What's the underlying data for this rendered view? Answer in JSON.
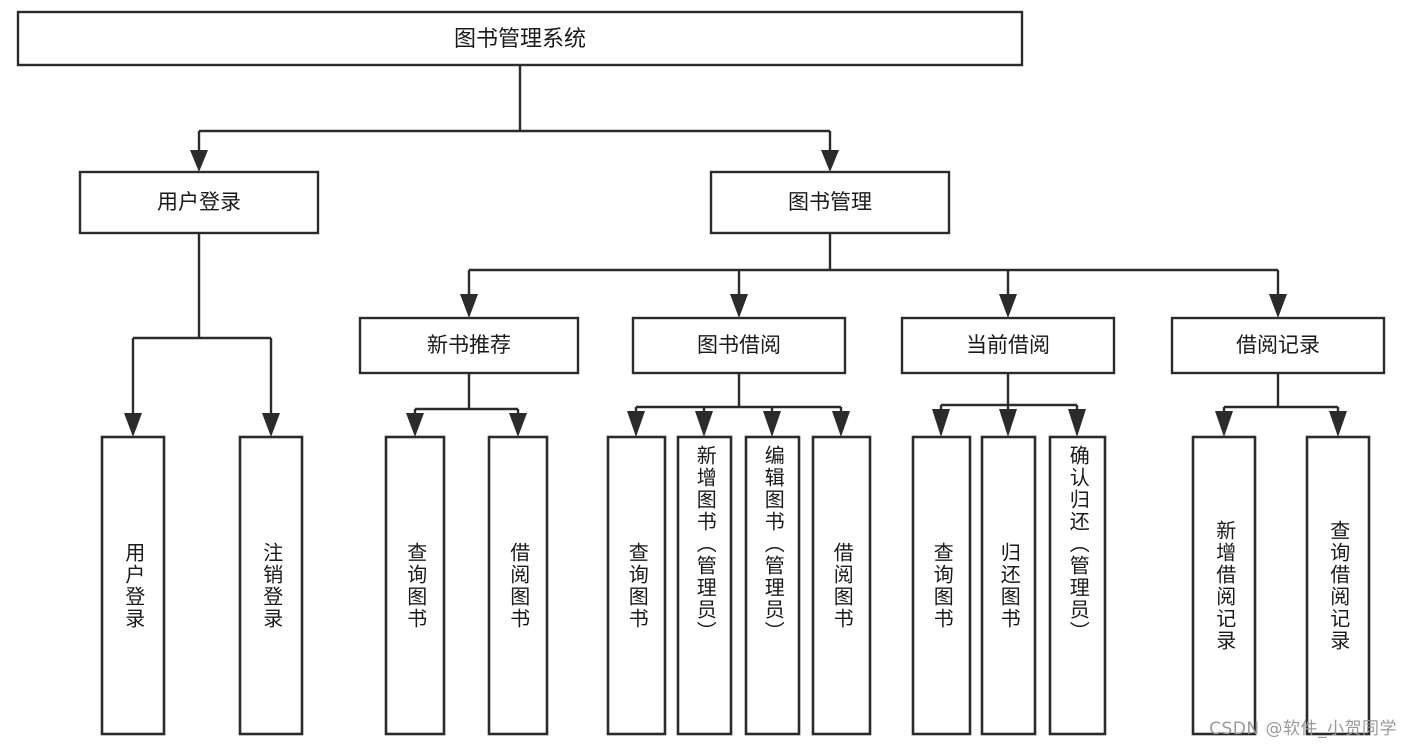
{
  "diagram": {
    "type": "tree-hierarchy",
    "orientation": "top-down",
    "title": "图书管理系统",
    "watermark": "CSDN @软件_小贺同学",
    "style": {
      "box_fill": "#ffffff",
      "box_stroke": "#2b2b2b",
      "text_color": "#1a1a1a",
      "watermark_color": "#9a9a9a",
      "background": "#ffffff",
      "arrow_type": "solid-triangle",
      "line_type": "orthogonal"
    },
    "levels": [
      {
        "level": 0,
        "nodes": [
          {
            "id": "root",
            "label": "图书管理系统",
            "text_orientation": "horizontal"
          }
        ]
      },
      {
        "level": 1,
        "nodes": [
          {
            "id": "login",
            "label": "用户登录",
            "parent": "root",
            "text_orientation": "horizontal"
          },
          {
            "id": "bookmgmt",
            "label": "图书管理",
            "parent": "root",
            "text_orientation": "horizontal"
          }
        ]
      },
      {
        "level": 2,
        "nodes": [
          {
            "id": "newbook",
            "label": "新书推荐",
            "parent": "bookmgmt",
            "text_orientation": "horizontal"
          },
          {
            "id": "borrow",
            "label": "图书借阅",
            "parent": "bookmgmt",
            "text_orientation": "horizontal"
          },
          {
            "id": "current",
            "label": "当前借阅",
            "parent": "bookmgmt",
            "text_orientation": "horizontal"
          },
          {
            "id": "records",
            "label": "借阅记录",
            "parent": "bookmgmt",
            "text_orientation": "horizontal"
          }
        ]
      },
      {
        "level": 3,
        "nodes": [
          {
            "id": "leaf1",
            "label": "用户登录",
            "parent": "login",
            "text_orientation": "vertical"
          },
          {
            "id": "leaf2",
            "label": "注销登录",
            "parent": "login",
            "text_orientation": "vertical"
          },
          {
            "id": "leaf3",
            "label": "查询图书",
            "parent": "newbook",
            "text_orientation": "vertical"
          },
          {
            "id": "leaf4",
            "label": "借阅图书",
            "parent": "newbook",
            "text_orientation": "vertical"
          },
          {
            "id": "leaf5",
            "label": "查询图书",
            "parent": "borrow",
            "text_orientation": "vertical"
          },
          {
            "id": "leaf6",
            "label": "新增图书（管理员）",
            "parent": "borrow",
            "text_orientation": "vertical"
          },
          {
            "id": "leaf7",
            "label": "编辑图书（管理员）",
            "parent": "borrow",
            "text_orientation": "vertical"
          },
          {
            "id": "leaf8",
            "label": "借阅图书",
            "parent": "borrow",
            "text_orientation": "vertical"
          },
          {
            "id": "leaf9",
            "label": "查询图书",
            "parent": "current",
            "text_orientation": "vertical"
          },
          {
            "id": "leaf10",
            "label": "归还图书",
            "parent": "current",
            "text_orientation": "vertical"
          },
          {
            "id": "leaf11",
            "label": "确认归还（管理员）",
            "parent": "current",
            "text_orientation": "vertical"
          },
          {
            "id": "leaf12",
            "label": "新增借阅记录",
            "parent": "records",
            "text_orientation": "vertical"
          },
          {
            "id": "leaf13",
            "label": "查询借阅记录",
            "parent": "records",
            "text_orientation": "vertical"
          }
        ]
      }
    ]
  }
}
